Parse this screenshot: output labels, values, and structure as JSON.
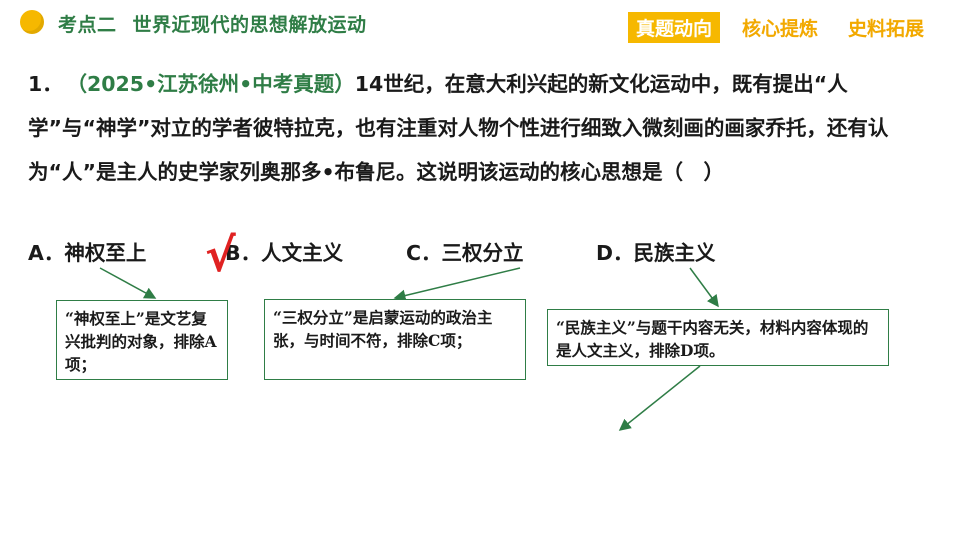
{
  "header": {
    "section": "考点二",
    "title": "世界近现代的思想解放运动"
  },
  "nav": {
    "tabs": [
      {
        "label": "真题动向",
        "active": true
      },
      {
        "label": "核心提炼",
        "active": false
      },
      {
        "label": "史料拓展",
        "active": false
      }
    ]
  },
  "question": {
    "number": "1．",
    "source": "（2025•江苏徐州•中考真题）",
    "stem": "14世纪，在意大利兴起的新文化运动中，既有提出“人学”与“神学”对立的学者彼特拉克，也有注重对人物个性进行细致入微刻画的画家乔托，还有认为“人”是主人的史学家列奥那多•布鲁尼。这说明该运动的核心思想是（　）",
    "options": [
      {
        "label": "A．神权至上"
      },
      {
        "label": "B．人文主义"
      },
      {
        "label": "C．三权分立"
      },
      {
        "label": "D．民族主义"
      }
    ],
    "correct_mark": "√"
  },
  "notes": {
    "a": "“神权至上”是文艺复兴批判的对象，排除A项；",
    "c": "“三权分立”是启蒙运动的政治主张，与时间不符，排除C项；",
    "d": "“民族主义”与题干内容无关，材料内容体现的是人文主义，排除D项。"
  },
  "colors": {
    "accent_yellow": "#f6b800",
    "title_green": "#2f7d46",
    "box_border": "#2f7d46",
    "check_red": "#e02222"
  }
}
